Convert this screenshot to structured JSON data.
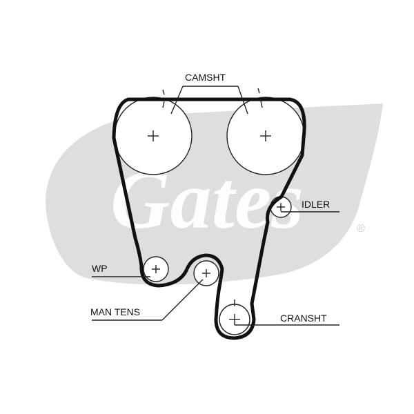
{
  "labels": {
    "camshaft": "CAMSHT",
    "idler": "IDLER",
    "water_pump": "WP",
    "manual_tensioner": "MAN TENS",
    "crankshaft": "CRANSHT"
  },
  "watermark": {
    "text": "Gates",
    "registered_mark": "®",
    "color": "#dedede"
  },
  "colors": {
    "belt": "#111111",
    "lines": "#222222",
    "text": "#111111"
  }
}
